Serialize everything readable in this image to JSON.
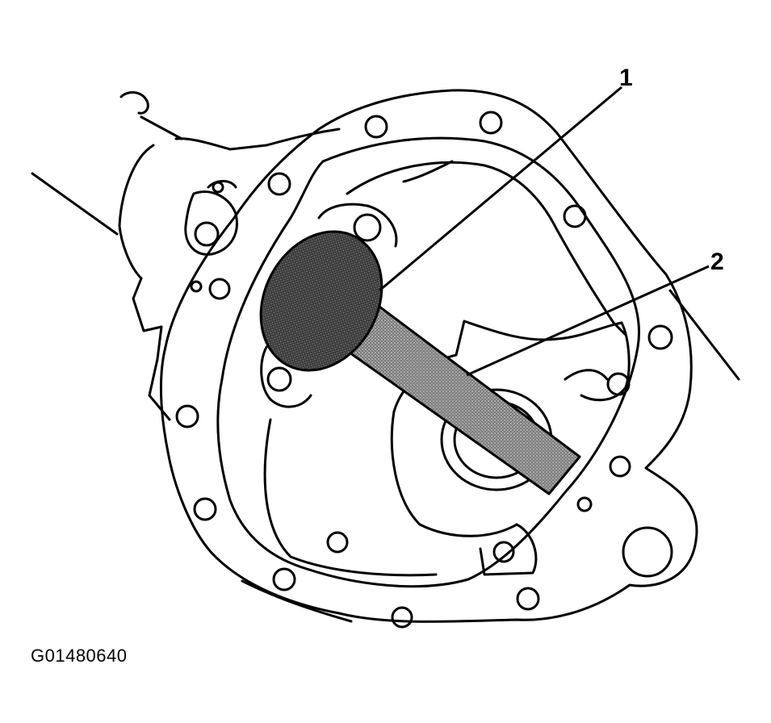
{
  "callouts": [
    {
      "label": "1"
    },
    {
      "label": "2"
    }
  ],
  "figure_code": "G01480640",
  "colors": {
    "ink": "#000000",
    "paper": "#ffffff"
  }
}
